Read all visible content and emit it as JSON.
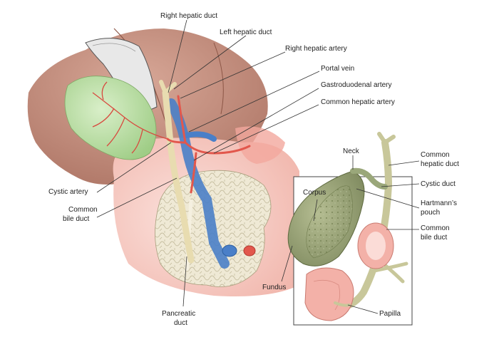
{
  "labels": {
    "right_hepatic_duct": "Right hepatic duct",
    "left_hepatic_duct": "Left hepatic duct",
    "right_hepatic_artery": "Right hepatic artery",
    "portal_vein": "Portal vein",
    "gastroduodenal_artery": "Gastroduodenal artery",
    "common_hepatic_artery": "Common hepatic artery",
    "cystic_artery": "Cystic artery",
    "common_bile_duct_left_line1": "Common",
    "common_bile_duct_left_line2": "bile duct",
    "pancreatic_duct_line1": "Pancreatic",
    "pancreatic_duct_line2": "duct",
    "neck": "Neck",
    "corpus": "Corpus",
    "fundus": "Fundus",
    "common_hepatic_duct_line1": "Common",
    "common_hepatic_duct_line2": "hepatic duct",
    "cystic_duct": "Cystic duct",
    "hartmanns_pouch_line1": "Hartmann’s",
    "hartmanns_pouch_line2": "pouch",
    "common_bile_duct_right_line1": "Common",
    "common_bile_duct_right_line2": "bile duct",
    "papilla": "Papilla"
  },
  "colors": {
    "liver": "#c99584",
    "liver_dark": "#a86c5c",
    "gallbladder": "#b9dca0",
    "artery": "#e2574c",
    "vein": "#4a7fc8",
    "bile_duct": "#e8dcb0",
    "pancreas": "#ece6d0",
    "duodenum": "#f3c3bb",
    "inset_gallbladder": "#9aa77a",
    "inset_duct": "#c8c79a"
  }
}
